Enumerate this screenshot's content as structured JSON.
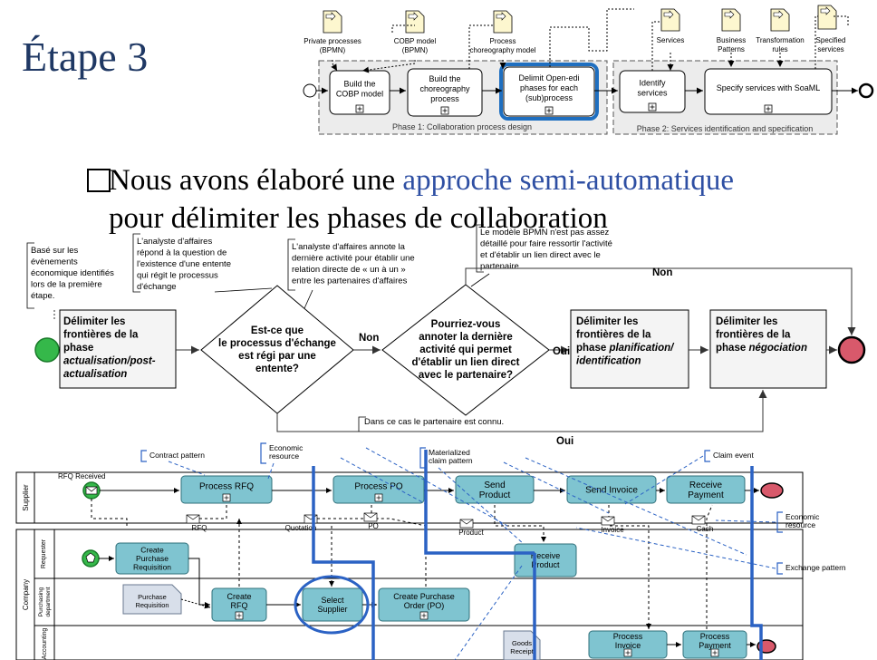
{
  "title": "Étape 3",
  "bullet": {
    "line1_pre": "Nous avons élaboré une ",
    "line1_hl": "approche semi-automatique",
    "line2": "pour délimiter les phases de collaboration"
  },
  "methodology": {
    "artifacts": [
      {
        "id": "a1",
        "lines": [
          "Private processes",
          "(BPMN)"
        ]
      },
      {
        "id": "a2",
        "lines": [
          "COBP model",
          "(BPMN)"
        ]
      },
      {
        "id": "a3",
        "lines": [
          "Process",
          "choreography model"
        ]
      },
      {
        "id": "a4",
        "lines": [
          "Services"
        ]
      },
      {
        "id": "a5",
        "lines": [
          "Business",
          "Patterns"
        ]
      },
      {
        "id": "a6",
        "lines": [
          "Transformation",
          "rules"
        ]
      },
      {
        "id": "a7",
        "lines": [
          "Specified",
          "services"
        ]
      }
    ],
    "tasks": [
      {
        "id": "t1",
        "lines": [
          "Build the",
          "COBP model"
        ]
      },
      {
        "id": "t2",
        "lines": [
          "Build the",
          "choreography",
          "process"
        ]
      },
      {
        "id": "t3",
        "lines": [
          "Delimit Open-edi",
          "phases for each",
          "(sub)process"
        ]
      },
      {
        "id": "t4",
        "lines": [
          "Identify",
          "services"
        ]
      },
      {
        "id": "t5",
        "lines": [
          "Specify services with SoaML"
        ]
      }
    ],
    "phase1": "Phase 1: Collaboration process design",
    "phase2": "Phase 2: Services identification and specification"
  },
  "flow": {
    "notes": [
      {
        "id": "n1",
        "lines": [
          "Basé sur les",
          "évènements",
          "économique identifiés",
          "lors de la première",
          "étape."
        ]
      },
      {
        "id": "n2",
        "lines": [
          "L'analyste d'affaires",
          "répond à la question de",
          "l'existence d'une entente",
          "qui régit le processus",
          "d'échange"
        ]
      },
      {
        "id": "n3",
        "lines": [
          "L'analyste d'affaires annote la",
          "dernière activité pour établir une",
          "relation directe de « un à un »",
          "entre les partenaires d'affaires"
        ]
      },
      {
        "id": "n4",
        "lines": [
          "Le modèle BPMN n'est pas assez",
          "détaillé pour faire ressortir l'activité",
          "et d'établir un lien direct avec le",
          "partenaire."
        ]
      },
      {
        "id": "n5",
        "lines": [
          "Dans ce cas le partenaire est connu."
        ]
      }
    ],
    "task1": [
      [
        "Délimiter les",
        ""
      ],
      [
        "frontières de la",
        ""
      ],
      [
        "phase",
        ""
      ],
      [
        "actualisation/post-",
        "i"
      ],
      [
        "actualisation",
        "i"
      ]
    ],
    "gate1": [
      "Est-ce que",
      "le processus d'échange",
      "est régi par une",
      "entente?"
    ],
    "gate2": [
      "Pourriez-vous",
      "annoter la dernière",
      "activité qui permet",
      "d'établir un lien direct",
      "avec le partenaire?"
    ],
    "task2": [
      [
        "Délimiter les",
        ""
      ],
      [
        "frontières de la",
        ""
      ],
      [
        "phase ",
        "",
        "planification/"
      ],
      [
        "identification",
        "i"
      ]
    ],
    "task3": [
      [
        "Délimiter les",
        ""
      ],
      [
        "frontières de la",
        ""
      ],
      [
        "phase ",
        "",
        "négociation"
      ]
    ],
    "labels": {
      "non1": "Non",
      "oui1": "Oui",
      "non2": "Non",
      "oui2": "Oui"
    }
  },
  "process": {
    "lanes": {
      "supplier": "Supplier",
      "company": "Company",
      "requester": "Requester",
      "purchasing": "Purchasing department",
      "accounting": "Accounting"
    },
    "tasks": [
      {
        "id": "p1",
        "lines": [
          "Process RFQ"
        ]
      },
      {
        "id": "p2",
        "lines": [
          "Process PO"
        ]
      },
      {
        "id": "p3",
        "lines": [
          "Send",
          "Product"
        ]
      },
      {
        "id": "p4",
        "lines": [
          "Send Invoice"
        ]
      },
      {
        "id": "p5",
        "lines": [
          "Receive",
          "Payment"
        ]
      },
      {
        "id": "p6",
        "lines": [
          "Create",
          "Purchase",
          "Requisition"
        ]
      },
      {
        "id": "p7",
        "lines": [
          "Create",
          "RFQ"
        ]
      },
      {
        "id": "p8",
        "lines": [
          "Select",
          "Supplier"
        ]
      },
      {
        "id": "p9",
        "lines": [
          "Create Purchase",
          "Order (PO)"
        ]
      },
      {
        "id": "p10",
        "lines": [
          "Receive",
          "Product"
        ]
      },
      {
        "id": "p11",
        "lines": [
          "Process",
          "Invoice"
        ]
      },
      {
        "id": "p12",
        "lines": [
          "Process",
          "Payment"
        ]
      }
    ],
    "messages": [
      "RFQ",
      "Quotation",
      "PO",
      "Product",
      "Invoice",
      "Cash"
    ],
    "event_labels": {
      "rfq_received": "RFQ Received"
    },
    "docs": {
      "purchase_req": [
        "Purchase",
        "Requisition"
      ],
      "goods_receipt": [
        "Goods",
        "Receipt"
      ]
    },
    "annotations": {
      "contract": "Contract pattern",
      "economic_top": [
        "Economic",
        "resource"
      ],
      "claim_pattern": [
        "Materialized",
        "claim pattern"
      ],
      "claim_event": "Claim event",
      "economic_right": [
        "Economic",
        "resource"
      ],
      "exchange": "Exchange pattern"
    }
  },
  "colors": {
    "title": "#1f3864",
    "highlight": "#2e4fa3",
    "task_fill": "#7fc4d0",
    "accent_blue": "#2b62c4",
    "phase_fill": "#ececec"
  }
}
